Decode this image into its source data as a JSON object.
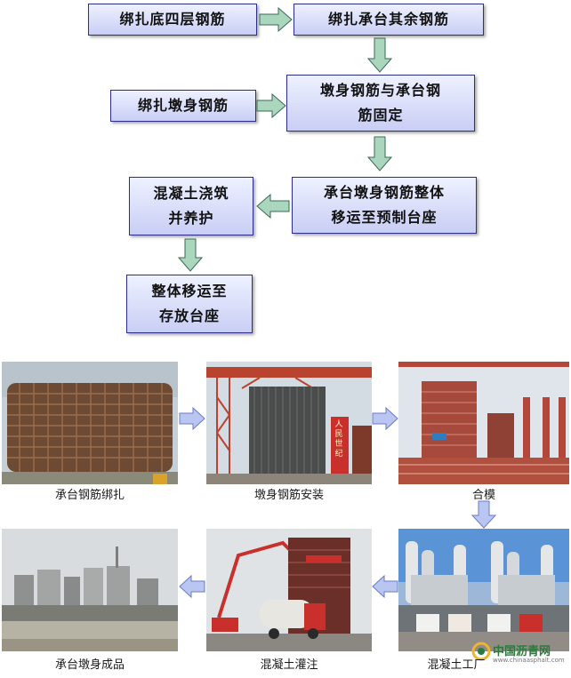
{
  "flowchart": {
    "step1": "绑扎底四层钢筋",
    "step2": "绑扎承台其余钢筋",
    "step3": "绑扎墩身钢筋",
    "step4_line1": "墩身钢筋与承台钢",
    "step4_line2": "筋固定",
    "step5_line1": "承台墩身钢筋整体",
    "step5_line2": "移运至预制台座",
    "step6_line1": "混凝土浇筑",
    "step6_line2": "并养护",
    "step7_line1": "整体移运至",
    "step7_line2": "存放台座"
  },
  "photos": {
    "p1_caption": "承台钢筋绑扎",
    "p2_caption": "墩身钢筋安装",
    "p3_caption": "合模",
    "p4_caption": "混凝土工厂",
    "p5_caption": "混凝土灌注",
    "p6_caption": "承台墩身成品",
    "p2_sign": "人民 世纪"
  },
  "watermark": {
    "text": "中国沥青网",
    "url": "www.chinaasphalt.com"
  },
  "colors": {
    "box_border": "#2c2f8a",
    "box_fill_top": "#eef1ff",
    "box_fill_bottom": "#c9cef5",
    "flow_arrow": "#a9d6bd",
    "photo_arrow": "#b9c6f2"
  }
}
